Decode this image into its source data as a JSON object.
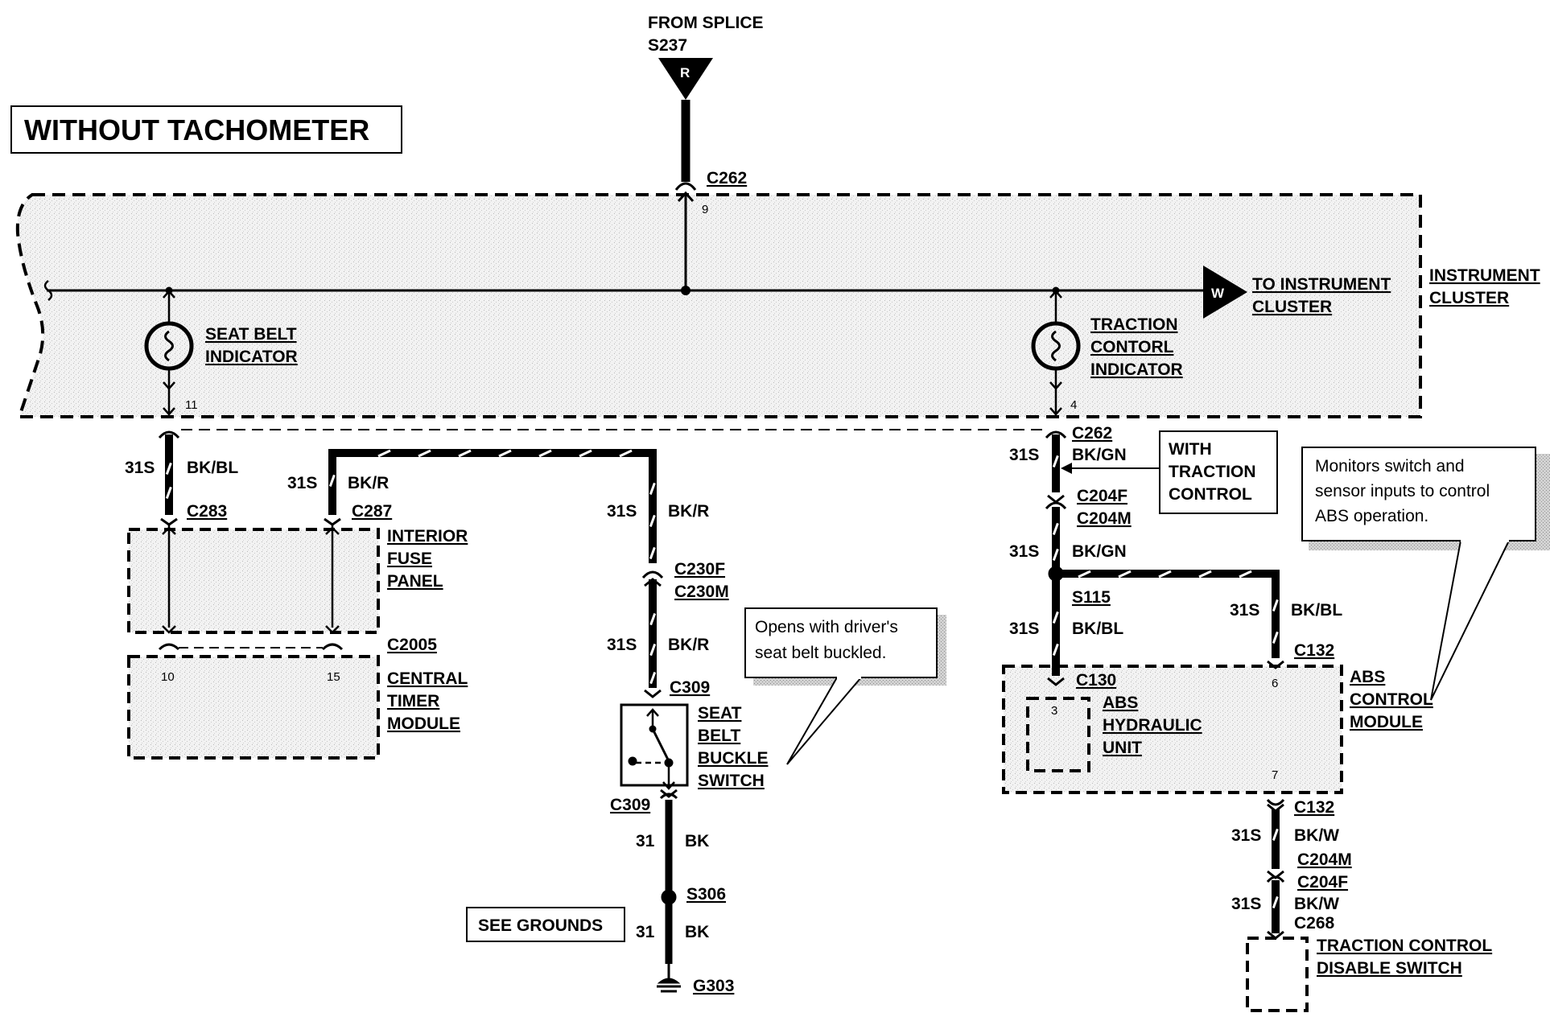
{
  "title": "WITHOUT TACHOMETER",
  "source": {
    "label": "FROM SPLICE",
    "id": "S237",
    "wire_color": "R"
  },
  "connectors": {
    "c262_top": "C262",
    "c262_top_pin": "9",
    "c262_left_pin": "11",
    "c262_right_pin": "4",
    "c262_mid": "C262",
    "c283": "C283",
    "c287": "C287",
    "c2005": "C2005",
    "c2005_pin_a": "10",
    "c2005_pin_b": "15",
    "c230f": "C230F",
    "c230m": "C230M",
    "c309_top": "C309",
    "c309_bottom": "C309",
    "s306": "S306",
    "g303": "G303",
    "c204f_a": "C204F",
    "c204m_a": "C204M",
    "s115": "S115",
    "c132_top": "C132",
    "c132_bottom": "C132",
    "c130": "C130",
    "c130_pin": "3",
    "abs_pin_6": "6",
    "abs_pin_7": "7",
    "c204m_b": "C204M",
    "c204f_b": "C204F",
    "c268": "C268"
  },
  "wires": {
    "w1_circuit": "31S",
    "w1_color": "BK/BL",
    "w2_circuit": "31S",
    "w2_color": "BK/R",
    "w3_circuit": "31S",
    "w3_color": "BK/R",
    "w4_circuit": "31S",
    "w4_color": "BK/R",
    "w5_circuit": "31",
    "w5_color": "BK",
    "w6_circuit": "31",
    "w6_color": "BK",
    "w7_circuit": "31S",
    "w7_color": "BK/GN",
    "w8_circuit": "31S",
    "w8_color": "BK/GN",
    "w9_circuit": "31S",
    "w9_color": "BK/BL",
    "w10_circuit": "31S",
    "w10_color": "BK/BL",
    "w11_circuit": "31S",
    "w11_color": "BK/W",
    "w12_circuit": "31S",
    "w12_color": "BK/W"
  },
  "components": {
    "instrument_cluster": [
      "INSTRUMENT",
      "CLUSTER"
    ],
    "to_cluster": [
      "TO INSTRUMENT",
      "CLUSTER"
    ],
    "to_cluster_wire": "W",
    "seat_belt_indicator": [
      "SEAT BELT",
      "INDICATOR"
    ],
    "traction_indicator": [
      "TRACTION",
      "CONTORL",
      "INDICATOR"
    ],
    "interior_fuse_panel": [
      "INTERIOR",
      "FUSE",
      "PANEL"
    ],
    "central_timer_module": [
      "CENTRAL",
      "TIMER",
      "MODULE"
    ],
    "seat_belt_buckle_switch": [
      "SEAT",
      "BELT",
      "BUCKLE",
      "SWITCH"
    ],
    "abs_control_module": [
      "ABS",
      "CONTROL",
      "MODULE"
    ],
    "abs_hydraulic_unit": [
      "ABS",
      "HYDRAULIC",
      "UNIT"
    ],
    "traction_disable_switch": [
      "TRACTION CONTROL",
      "DISABLE SWITCH"
    ]
  },
  "notes": {
    "with_traction": [
      "WITH",
      "TRACTION",
      "CONTROL"
    ],
    "monitors": [
      "Monitors switch and",
      "sensor inputs to control",
      "ABS operation."
    ],
    "opens_with": [
      "Opens with driver's",
      "seat belt buckled."
    ],
    "see_grounds": "SEE GROUNDS"
  }
}
